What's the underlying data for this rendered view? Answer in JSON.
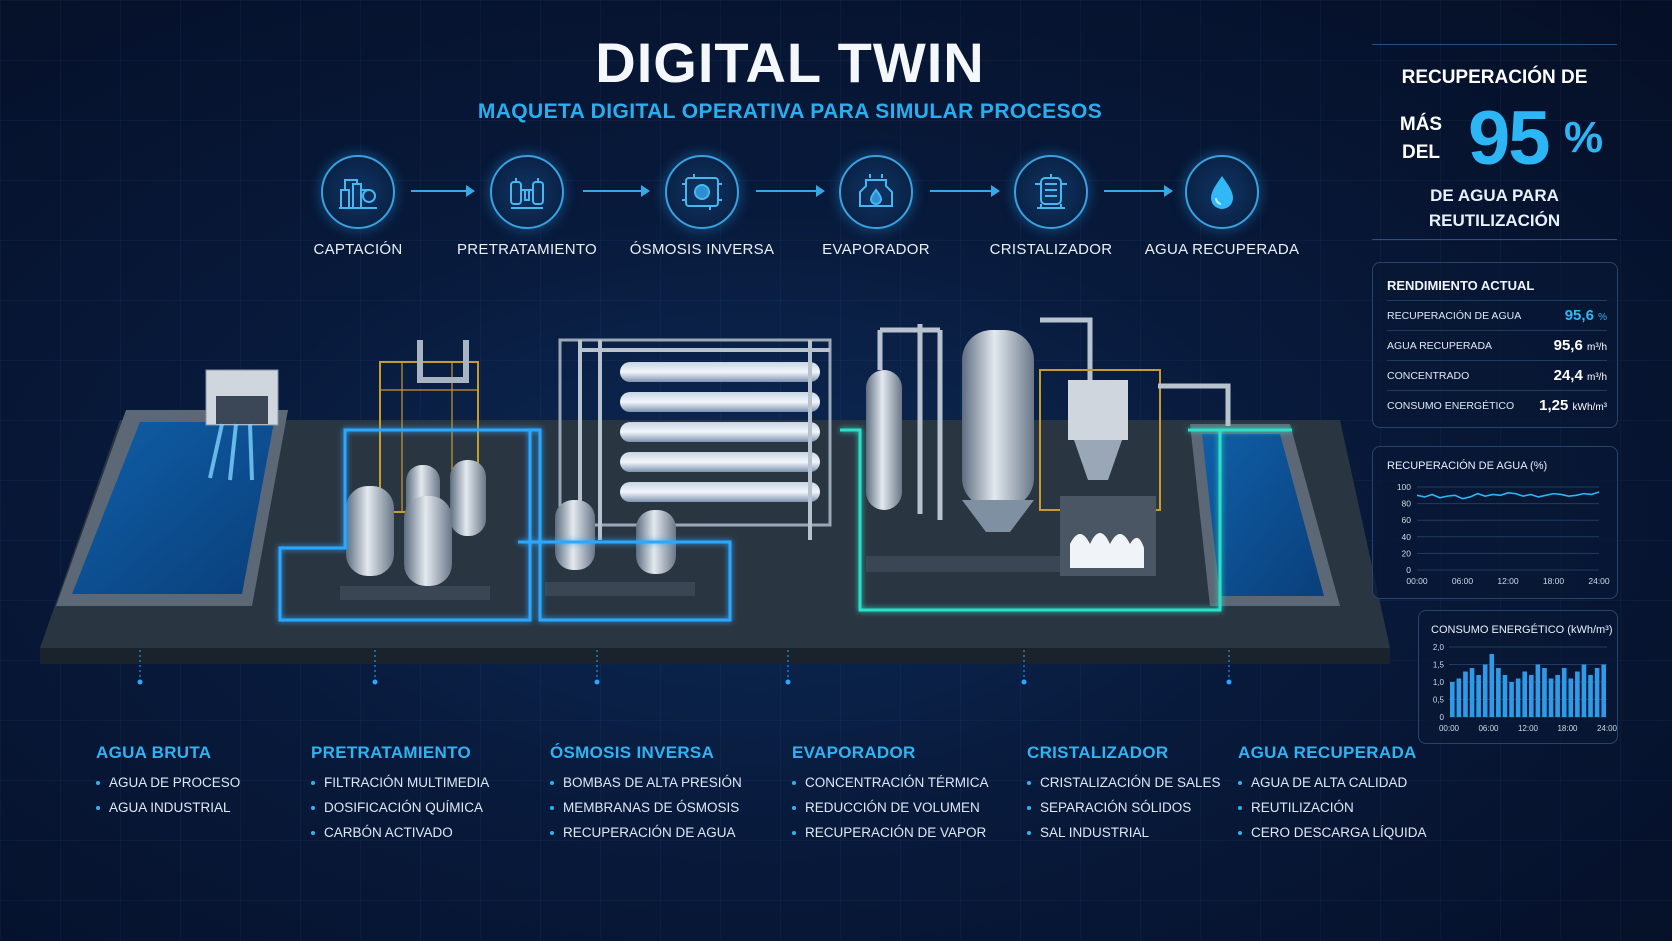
{
  "header": {
    "title": "DIGITAL TWIN",
    "subtitle": "MAQUETA DIGITAL OPERATIVA PARA SIMULAR PROCESOS"
  },
  "process_flow": [
    {
      "label": "CAPTACIÓN",
      "icon": "intake-icon"
    },
    {
      "label": "PRETRATAMIENTO",
      "icon": "pretreatment-icon"
    },
    {
      "label": "ÓSMOSIS INVERSA",
      "icon": "membrane-icon"
    },
    {
      "label": "EVAPORADOR",
      "icon": "evaporator-icon"
    },
    {
      "label": "CRISTALIZADOR",
      "icon": "crystallizer-icon"
    },
    {
      "label": "AGUA RECUPERADA",
      "icon": "water-drop-icon"
    }
  ],
  "recovery": {
    "top": "RECUPERACIÓN DE",
    "prefix_line1": "MÁS",
    "prefix_line2": "DEL",
    "value": "95",
    "unit": "%",
    "bottom_line1": "DE AGUA PARA",
    "bottom_line2": "REUTILIZACIÓN"
  },
  "performance": {
    "title": "RENDIMIENTO ACTUAL",
    "rows": [
      {
        "label": "RECUPERACIÓN DE AGUA",
        "value": "95,6",
        "unit": "%"
      },
      {
        "label": "AGUA RECUPERADA",
        "value": "95,6",
        "unit": "m³/h"
      },
      {
        "label": "CONCENTRADO",
        "value": "24,4",
        "unit": "m³/h"
      },
      {
        "label": "CONSUMO ENERGÉTICO",
        "value": "1,25",
        "unit": "kWh/m³"
      }
    ]
  },
  "sections": [
    {
      "title": "AGUA BRUTA",
      "items": [
        "AGUA DE PROCESO",
        "AGUA INDUSTRIAL"
      ]
    },
    {
      "title": "PRETRATAMIENTO",
      "items": [
        "FILTRACIÓN MULTIMEDIA",
        "DOSIFICACIÓN QUÍMICA",
        "CARBÓN ACTIVADO"
      ]
    },
    {
      "title": "ÓSMOSIS INVERSA",
      "items": [
        "BOMBAS DE ALTA PRESIÓN",
        "MEMBRANAS DE ÓSMOSIS",
        "RECUPERACIÓN DE AGUA"
      ]
    },
    {
      "title": "EVAPORADOR",
      "items": [
        "CONCENTRACIÓN TÉRMICA",
        "REDUCCIÓN DE VOLUMEN",
        "RECUPERACIÓN DE VAPOR"
      ]
    },
    {
      "title": "CRISTALIZADOR",
      "items": [
        "CRISTALIZACIÓN DE SALES",
        "SEPARACIÓN SÓLIDOS",
        "SAL INDUSTRIAL"
      ]
    },
    {
      "title": "AGUA RECUPERADA",
      "items": [
        "AGUA DE ALTA CALIDAD",
        "REUTILIZACIÓN",
        "CERO DESCARGA LÍQUIDA"
      ]
    }
  ],
  "colors": {
    "accent": "#2cb6f5",
    "line": "#38a7e8",
    "flow_glow": "#2aa8ff",
    "flow_green": "#29e0c8"
  },
  "chart_data": [
    {
      "type": "line",
      "title": "RECUPERACIÓN DE AGUA (%)",
      "ylim": [
        0,
        100
      ],
      "yticks": [
        "0",
        "20",
        "40",
        "60",
        "80",
        "100"
      ],
      "xticks": [
        "00:00",
        "06:00",
        "12:00",
        "18:00",
        "24:00"
      ],
      "x": [
        0,
        1,
        2,
        3,
        4,
        5,
        6,
        7,
        8,
        9,
        10,
        11,
        12,
        13,
        14,
        15,
        16,
        17,
        18,
        19,
        20,
        21,
        22,
        23,
        24
      ],
      "values": [
        90,
        88,
        91,
        87,
        89,
        90,
        86,
        88,
        92,
        89,
        91,
        90,
        93,
        92,
        89,
        91,
        88,
        90,
        92,
        91,
        89,
        90,
        92,
        91,
        94
      ]
    },
    {
      "type": "bar",
      "title": "CONSUMO ENERGÉTICO (kWh/m³)",
      "ylim": [
        0,
        2.0
      ],
      "yticks": [
        "0",
        "0,5",
        "1,0",
        "1,5",
        "2,0"
      ],
      "xticks": [
        "00:00",
        "06:00",
        "12:00",
        "18:00",
        "24:00"
      ],
      "values": [
        1.0,
        1.1,
        1.3,
        1.4,
        1.2,
        1.5,
        1.8,
        1.4,
        1.2,
        1.0,
        1.1,
        1.3,
        1.2,
        1.5,
        1.4,
        1.1,
        1.2,
        1.4,
        1.1,
        1.3,
        1.5,
        1.2,
        1.4,
        1.5
      ]
    }
  ]
}
